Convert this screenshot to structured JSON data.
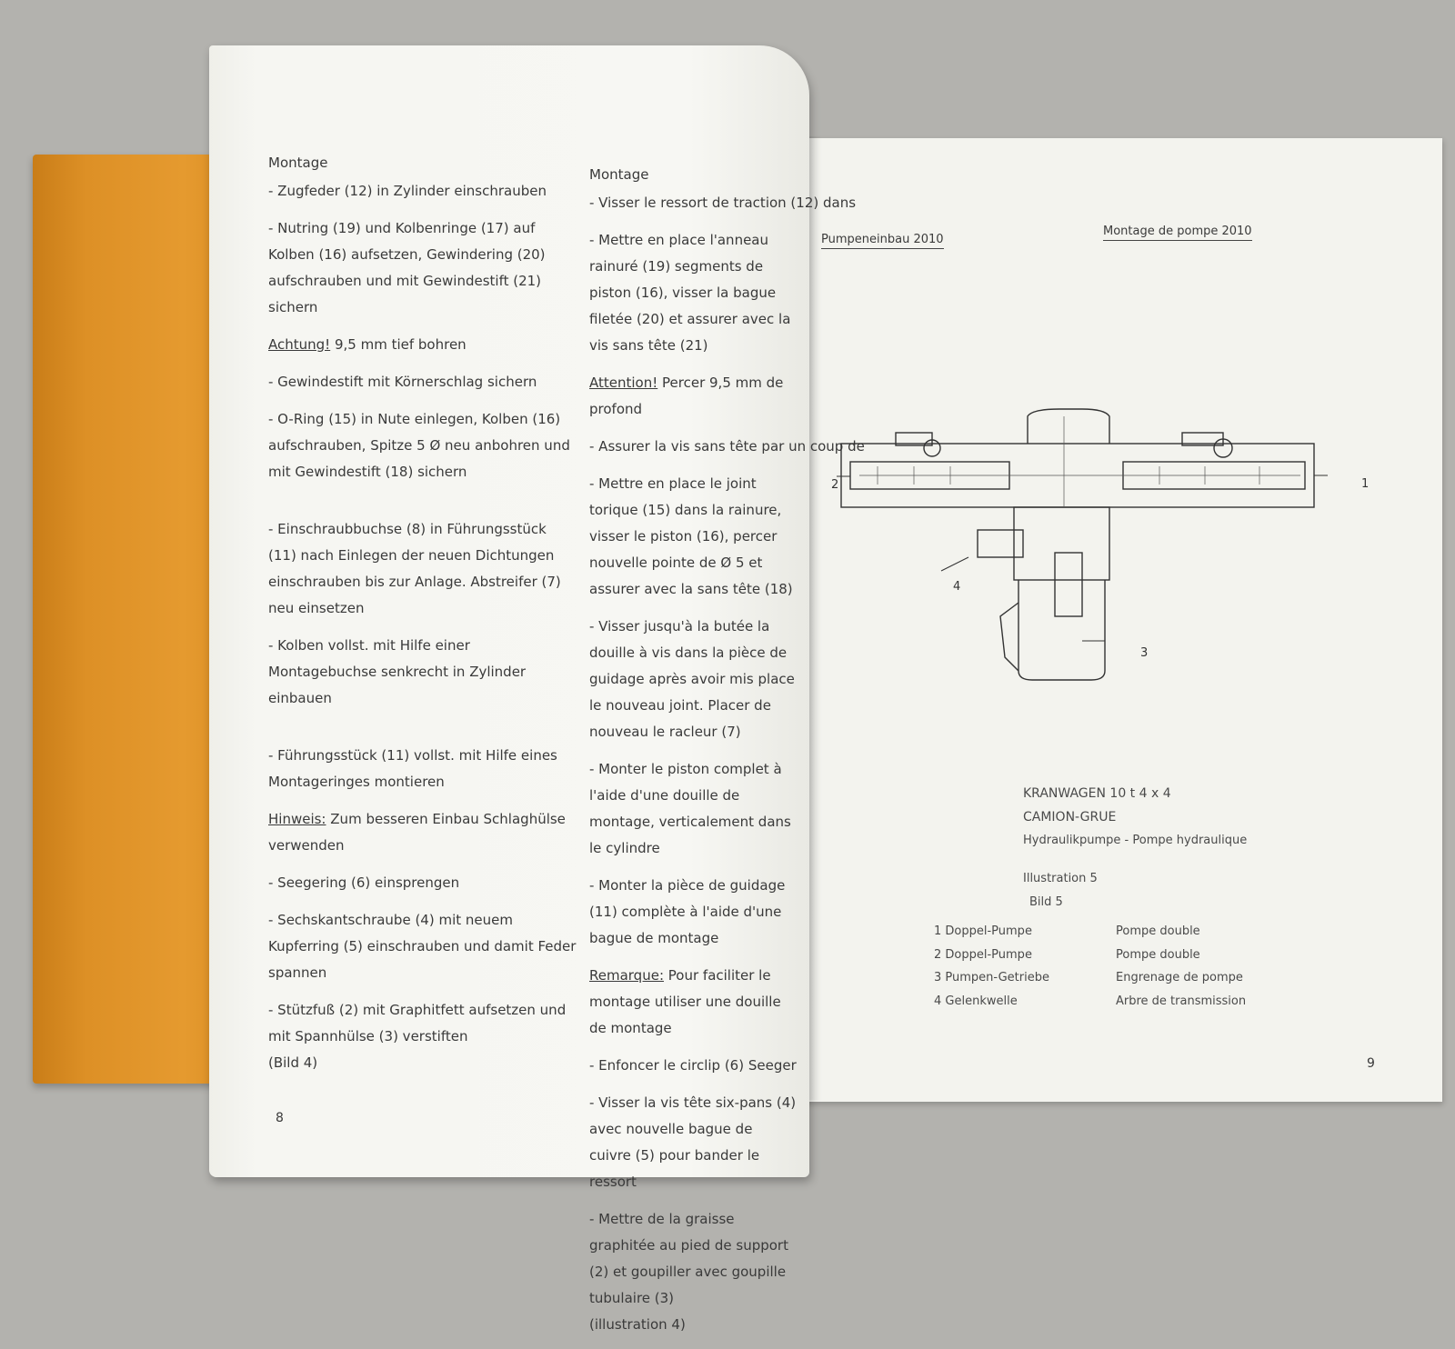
{
  "page_left": {
    "german": {
      "heading": "Montage",
      "items": [
        "- Zugfeder (12) in Zylinder einschrauben",
        "- Nutring (19) und Kolbenringe (17) auf Kolben (16) aufsetzen, Gewindering (20) aufschrauben und mit Gewindestift (21) sichern",
        "- Gewindestift mit Körnerschlag sichern",
        "- O-Ring (15) in Nute einlegen, Kolben (16) aufschrauben, Spitze 5 Ø neu anbohren und mit Gewindestift (18) sichern",
        "- Einschraubbuchse (8) in Führungsstück (11) nach Einlegen der neuen Dichtungen einschrauben bis zur Anlage. Abstreifer (7) neu einsetzen",
        "- Kolben vollst. mit Hilfe einer Montagebuchse senkrecht in Zylinder einbauen",
        "- Führungsstück (11) vollst. mit Hilfe eines Montageringes montieren",
        "- Seegering (6) einsprengen",
        "- Sechskantschraube (4) mit neuem Kupferring (5) einschrauben und damit Feder spannen",
        "- Stützfuß (2) mit Graphitfett aufsetzen und mit Spannhülse (3) verstiften"
      ],
      "attention_label": "Achtung!",
      "attention_text": "9,5 mm tief bohren",
      "hint_label": "Hinweis:",
      "hint_text": "Zum besseren Einbau Schlaghülse verwenden",
      "figure_ref": "(Bild 4)"
    },
    "french": {
      "heading": "Montage",
      "items": [
        "- Visser le ressort de traction (12) dans",
        "- Mettre en place l'anneau rainuré (19) segments de piston (16), visser la bague filetée (20) et assurer avec la vis sans tête (21)",
        "- Assurer la vis sans tête par un coup de",
        "- Mettre en place le joint torique (15) dans la rainure, visser le piston (16), percer nouvelle pointe de Ø 5 et assurer avec la sans tête (18)",
        "- Visser jusqu'à la butée la douille à vis dans la pièce de guidage après avoir mis place le nouveau joint. Placer de nouveau le racleur (7)",
        "- Monter le piston complet à l'aide d'une douille de montage, verticalement dans le cylindre",
        "- Monter la pièce de guidage (11) complète à l'aide d'une bague de montage",
        "- Enfoncer le circlip (6) Seeger",
        "- Visser la vis tête six-pans (4) avec nouvelle bague de cuivre (5) pour bander le ressort",
        "- Mettre de la graisse graphitée au pied de support (2) et goupiller avec goupille tubulaire (3)"
      ],
      "attention_label": "Attention!",
      "attention_text": "Percer 9,5 mm de profond",
      "remark_label": "Remarque:",
      "remark_text": "Pour faciliter le montage utiliser une douille de montage",
      "figure_ref": "(illustration 4)"
    },
    "page_number": "8"
  },
  "page_right": {
    "header_de": "Pumpeneinbau 2010",
    "header_fr": "Montage de pompe 2010",
    "callouts": [
      "1",
      "2",
      "3",
      "4"
    ],
    "caption": {
      "line1": "KRANWAGEN 10 t 4 x 4",
      "line2": "CAMION-GRUE",
      "line3": "Hydraulikpumpe - Pompe hydraulique",
      "illustration": "Illustration 5",
      "bild": "Bild 5"
    },
    "legend": [
      {
        "de": "1 Doppel-Pumpe",
        "fr": "Pompe double"
      },
      {
        "de": "2 Doppel-Pumpe",
        "fr": "Pompe double"
      },
      {
        "de": "3 Pumpen-Getriebe",
        "fr": "Engrenage de pompe"
      },
      {
        "de": "4 Gelenkwelle",
        "fr": "Arbre de transmission"
      }
    ],
    "page_number": "9"
  },
  "colors": {
    "background": "#b3b2ae",
    "binder": "#e59a2f",
    "paper": "#f6f6f2",
    "ink": "#3a3a3a"
  }
}
